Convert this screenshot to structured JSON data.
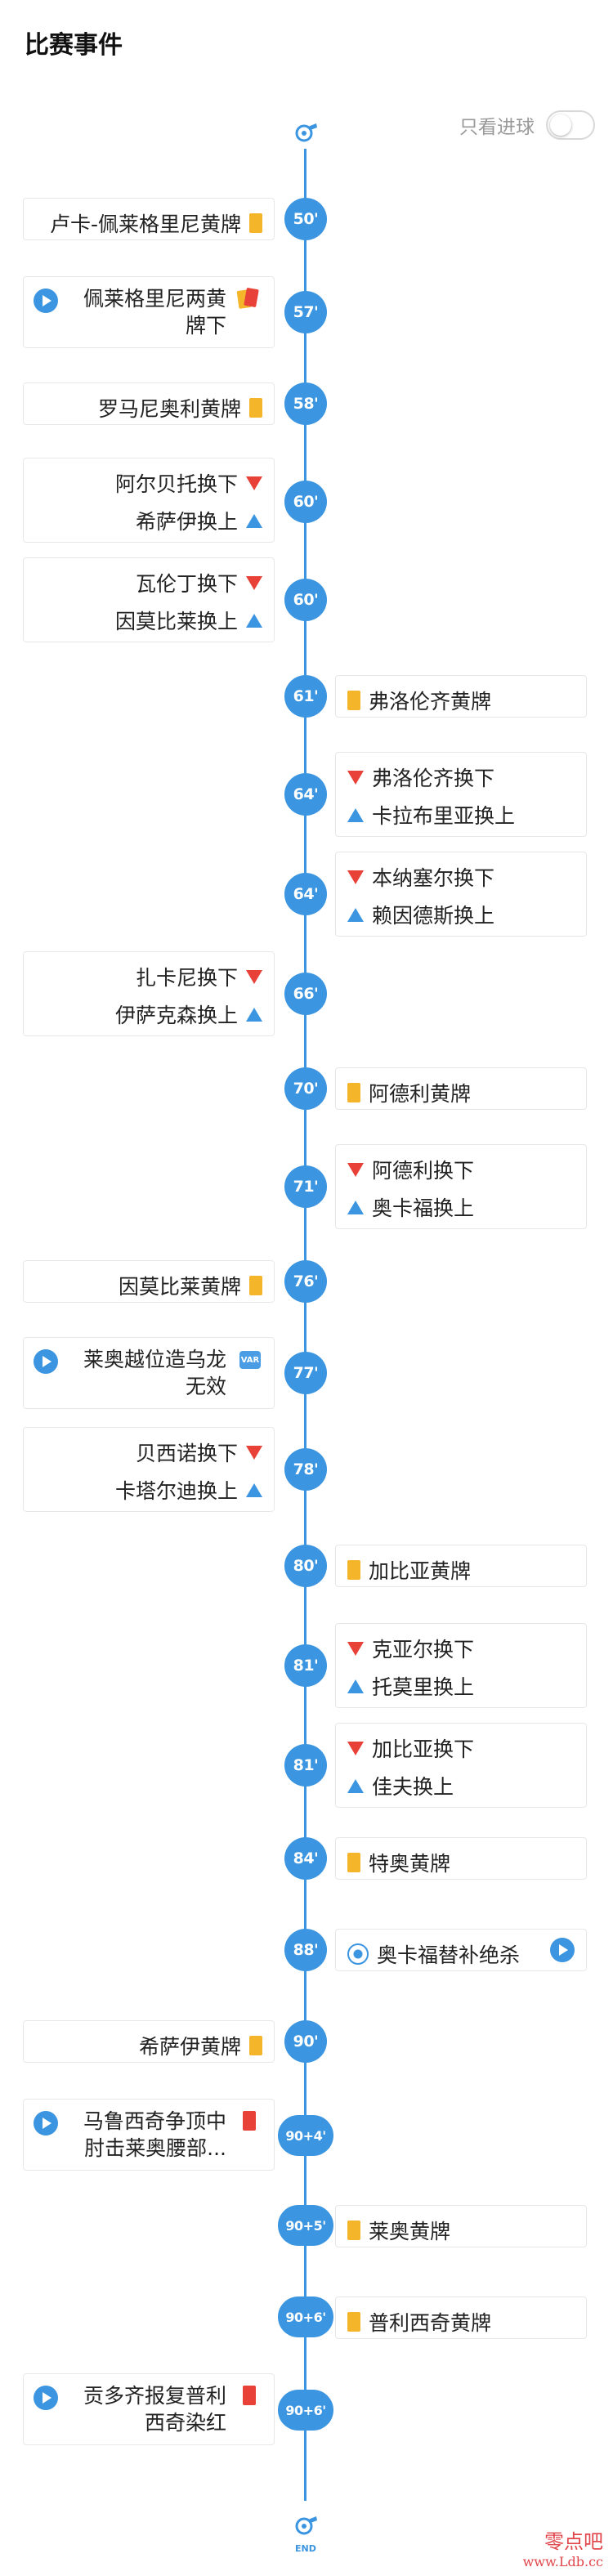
{
  "header": {
    "title": "比赛事件"
  },
  "filter": {
    "only_goals_label": "只看进球"
  },
  "end_label": "END",
  "events": [
    {
      "minute": "50'",
      "text": "卢卡-佩莱格里尼黄牌"
    },
    {
      "minute": "57'",
      "line1": "佩莱格里尼两黄",
      "line2": "牌下"
    },
    {
      "minute": "58'",
      "text": "罗马尼奥利黄牌"
    },
    {
      "minute": "60'",
      "off": "阿尔贝托换下",
      "on": "希萨伊换上"
    },
    {
      "minute": "60'",
      "off": "瓦伦丁换下",
      "on": "因莫比莱换上"
    },
    {
      "minute": "61'",
      "text": "弗洛伦齐黄牌"
    },
    {
      "minute": "64'",
      "off": "弗洛伦齐换下",
      "on": "卡拉布里亚换上"
    },
    {
      "minute": "64'",
      "off": "本纳塞尔换下",
      "on": "赖因德斯换上"
    },
    {
      "minute": "66'",
      "off": "扎卡尼换下",
      "on": "伊萨克森换上"
    },
    {
      "minute": "70'",
      "text": "阿德利黄牌"
    },
    {
      "minute": "71'",
      "off": "阿德利换下",
      "on": "奥卡福换上"
    },
    {
      "minute": "76'",
      "text": "因莫比莱黄牌"
    },
    {
      "minute": "77'",
      "line1": "莱奥越位造乌龙",
      "line2": "无效",
      "badge": "VAR"
    },
    {
      "minute": "78'",
      "off": "贝西诺换下",
      "on": "卡塔尔迪换上"
    },
    {
      "minute": "80'",
      "text": "加比亚黄牌"
    },
    {
      "minute": "81'",
      "off": "克亚尔换下",
      "on": "托莫里换上"
    },
    {
      "minute": "81'",
      "off": "加比亚换下",
      "on": "佳夫换上"
    },
    {
      "minute": "84'",
      "text": "特奥黄牌"
    },
    {
      "minute": "88'",
      "text": "奥卡福替补绝杀"
    },
    {
      "minute": "90'",
      "text": "希萨伊黄牌"
    },
    {
      "minute": "90+4'",
      "line1": "马鲁西奇争顶中",
      "line2": "肘击莱奥腰部..."
    },
    {
      "minute": "90+5'",
      "text": "莱奥黄牌"
    },
    {
      "minute": "90+6'",
      "text": "普利西奇黄牌"
    },
    {
      "minute": "90+6'",
      "line1": "贡多齐报复普利",
      "line2": "西奇染红"
    }
  ],
  "watermark": {
    "top": "零点吧",
    "bottom": "www.Ldb.cc"
  }
}
